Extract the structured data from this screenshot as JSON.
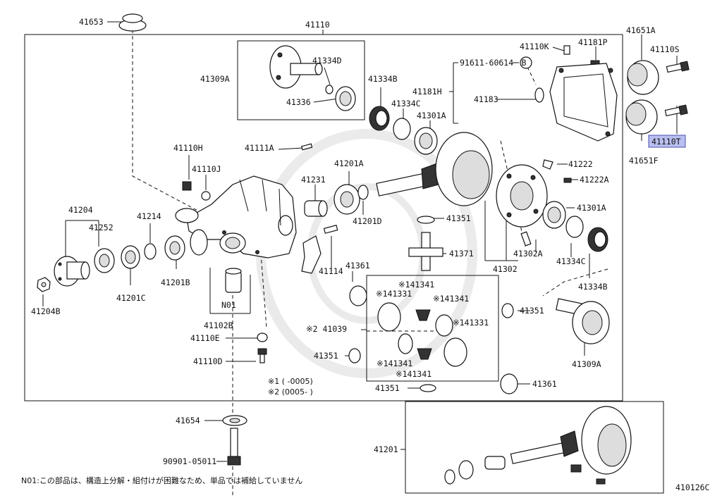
{
  "labels": {
    "p41653": "41653",
    "p41110": "41110",
    "p41651A": "41651A",
    "p41110S": "41110S",
    "p41110K": "41110K",
    "p41181P": "41181P",
    "p41309A_top": "41309A",
    "p41334D": "41334D",
    "p41336": "41336",
    "p41334B_top": "41334B",
    "p91611": "91611-60614",
    "p41181H": "41181H",
    "p41183": "41183",
    "p41334C_top": "41334C",
    "p41301A_top": "41301A",
    "p41110T": "41110T",
    "p41651F": "41651F",
    "p41110H": "41110H",
    "p41111A": "41111A",
    "p41110J": "41110J",
    "p41231": "41231",
    "p41201A": "41201A",
    "p41222": "41222",
    "p41222A": "41222A",
    "p41204": "41204",
    "p41214": "41214",
    "p41252": "41252",
    "p41201D": "41201D",
    "p41351_top": "41351",
    "p41301A_mid": "41301A",
    "p41201B": "41201B",
    "p41201C": "41201C",
    "p41204B": "41204B",
    "p41114": "41114",
    "p41361_top": "41361",
    "p41371": "41371",
    "p41302A": "41302A",
    "p41334C_mid": "41334C",
    "p41302": "41302",
    "p41334B_mid": "41334B",
    "pN01": "N01",
    "p41102B": "41102B",
    "p41110E": "41110E",
    "p41110D": "41110D",
    "p141341_a": "※141341",
    "p141331_a": "※141331",
    "p141341_b": "※141341",
    "p141331_b": "※141331",
    "p41039": "※2 41039",
    "p141341_c": "※141341",
    "p141341_d": "※141341",
    "p41351_mid": "41351",
    "p41351_left": "41351",
    "p41309A_mid": "41309A",
    "p41351_bot": "41351",
    "p41361_bot": "41361",
    "note1": "※1 (     -0005)",
    "note2": "※2 (0005-     )",
    "p41654": "41654",
    "p41201": "41201",
    "p90901": "90901-05011",
    "footnote": "N01:この部品は、構造上分解・組付けが困難なため、単品では補給していません",
    "diagram_code": "410126C",
    "circle_b": "B"
  },
  "highlight_color": "#b9bff0"
}
